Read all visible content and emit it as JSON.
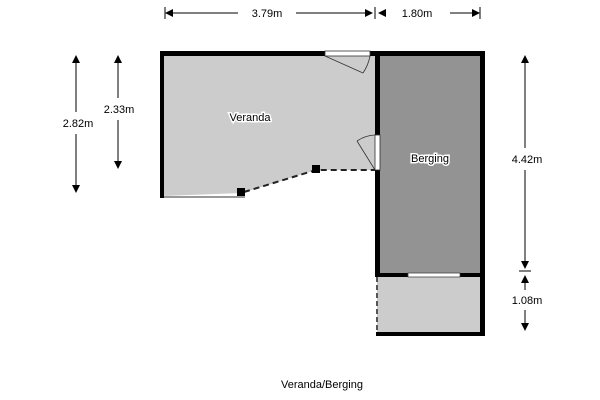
{
  "rooms": {
    "veranda": "Veranda",
    "berging": "Berging"
  },
  "dimensions": {
    "top_veranda_width": "3.79m",
    "top_berging_width": "1.80m",
    "left_total_depth": "2.82m",
    "left_inner_depth": "2.33m",
    "right_berging_depth": "4.42m",
    "right_lower_depth": "1.08m"
  },
  "caption": "Veranda/Berging",
  "colors": {
    "veranda_fill": "#cccccc",
    "berging_fill": "#939393",
    "wall": "#000000"
  }
}
